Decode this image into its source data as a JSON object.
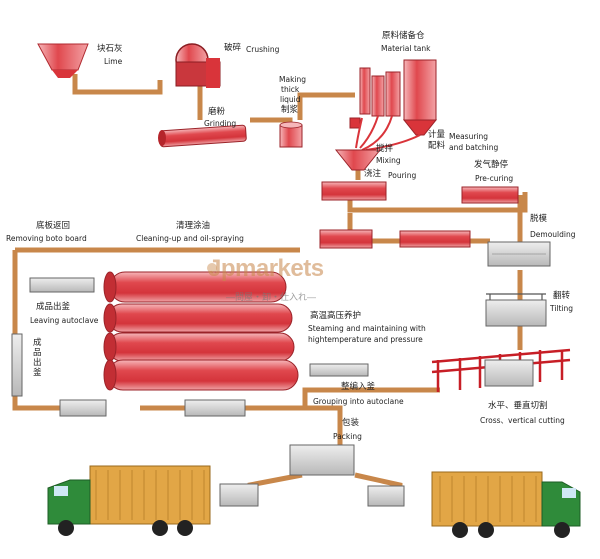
{
  "labels": {
    "lime_cn": "块石灰",
    "lime_en": "Lime",
    "crushing_cn": "破碎",
    "crushing_en": "Crushing",
    "grinding_cn": "磨粉",
    "grinding_en": "Grinding",
    "making_en_1": "Making",
    "making_en_2": "thick",
    "making_en_3": "liquid",
    "making_cn": "制浆",
    "material_tank_cn": "原料储备仓",
    "material_tank_en": "Material tank",
    "measuring_cn": "计量",
    "batching_cn": "配料",
    "measuring_en": "Measuring",
    "batching_en": "and batching",
    "mixing_cn": "搅拌",
    "mixing_en": "Mixing",
    "pouring_cn": "浇注",
    "pouring_en": "Pouring",
    "precuring_cn": "发气静停",
    "precuring_en": "Pre-curing",
    "removing_cn": "底板返回",
    "removing_en": "Removing boto board",
    "cleaning_cn": "清理涂油",
    "cleaning_en": "Cleaning-up and oil-spraying",
    "demoulding_cn": "脱模",
    "demoulding_en": "Demoulding",
    "tilting_cn": "翻转",
    "tilting_en": "Tilting",
    "leaving_cn": "成品出釜",
    "leaving_en": "Leaving autoclave",
    "finished_cn": "成品出釜",
    "steaming_cn": "高温高压养护",
    "steaming_en_1": "Steaming and maintaining with",
    "steaming_en_2": "hightemperature  and  pressure",
    "grouping_cn": "整编入釜",
    "grouping_en": "Grouping into autoclane",
    "cutting_cn": "水平、垂直切割",
    "cutting_en": "Cross、vertical cutting",
    "packing_cn": "包装",
    "packing_en": "Packing"
  },
  "watermark": {
    "brand": "Jpmarkets",
    "sub": "―問屋・卸・仕入れ―"
  },
  "colors": {
    "pipe": "#c8874a",
    "red": "#d9343a",
    "red_light": "#f2a3a6",
    "truck_green": "#2f8b3a",
    "container": "#e2a646",
    "track": "#c71e26"
  }
}
